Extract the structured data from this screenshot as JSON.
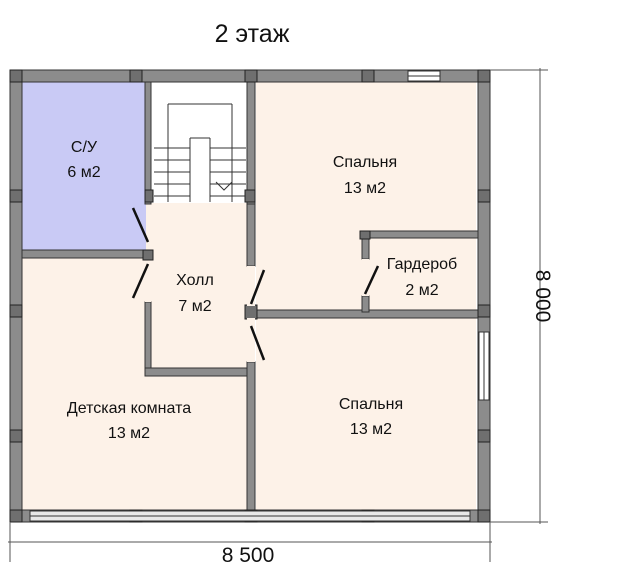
{
  "title": "2 этаж",
  "rooms": [
    {
      "id": "su",
      "name": "С/У",
      "area": "6 м2"
    },
    {
      "id": "bedroom1",
      "name": "Спальня",
      "area": "13 м2"
    },
    {
      "id": "hall",
      "name": "Холл",
      "area": "7 м2"
    },
    {
      "id": "wardrobe",
      "name": "Гардероб",
      "area": "2 м2"
    },
    {
      "id": "kids",
      "name": "Детская комната",
      "area": "13 м2"
    },
    {
      "id": "bedroom2",
      "name": "Спальня",
      "area": "13 м2"
    }
  ],
  "dimensions": {
    "width": "8 500",
    "height": "8 000"
  },
  "colors": {
    "floor": "#fdf2e8",
    "bathroom": "#c9caf5",
    "wall": "#8c8c8c",
    "outline": "#333333",
    "stair_bg": "#ffffff"
  }
}
